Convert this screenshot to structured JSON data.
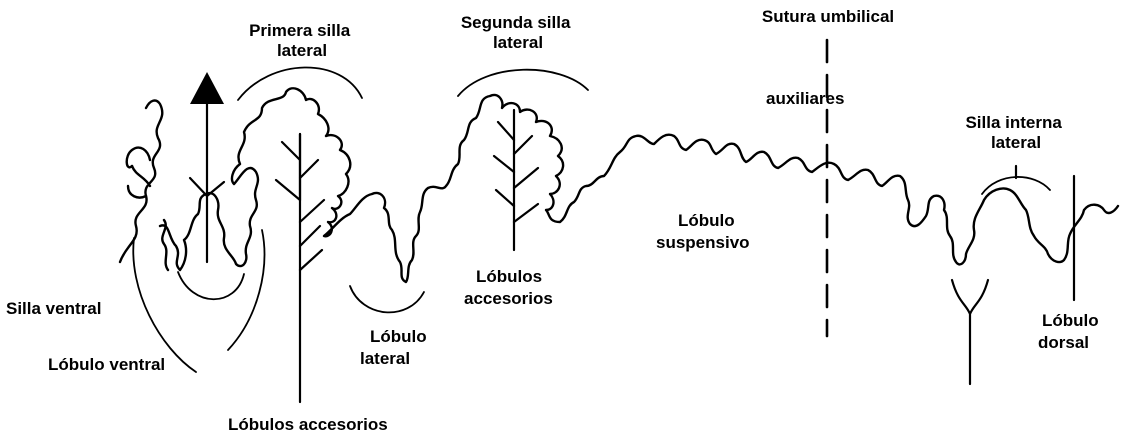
{
  "labels": {
    "primera_silla_lateral": [
      "Primera silla",
      "lateral"
    ],
    "segunda_silla_lateral": [
      "Segunda silla",
      "lateral"
    ],
    "sutura_umbilical": "Sutura umbilical",
    "auxiliares": "auxiliares",
    "silla_interna_lateral": [
      "Silla interna",
      "lateral"
    ],
    "lobulo_suspensivo": [
      "Lóbulo",
      "suspensivo"
    ],
    "lobulos_accesorios_mid": [
      "Lóbulos",
      "accesorios"
    ],
    "silla_ventral": "Silla ventral",
    "lobulo_ventral": "Lóbulo ventral",
    "lobulo_lateral": [
      "Lóbulo",
      "lateral"
    ],
    "lobulo_dorsal": [
      "Lóbulo",
      "dorsal"
    ],
    "lobulos_accesorios_bottom": "Lóbulos accesorios"
  },
  "colors": {
    "ink": "#000000",
    "background": "#ffffff"
  },
  "icons": {
    "arrow": "arrow-up-icon"
  }
}
